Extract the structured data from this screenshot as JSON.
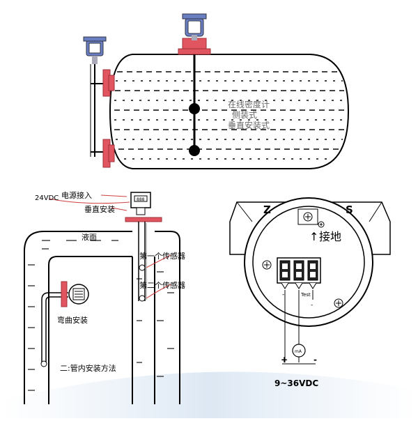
{
  "tank": {
    "label_line1": "在线密度计",
    "label_line2": "侧装式",
    "label_line3": "垂直安装式"
  },
  "pipe_install": {
    "power_voltage": "24VDC",
    "power_input": "电源接入",
    "vertical_install": "垂直安装",
    "liquid_surface": "液面",
    "sensor_1": "第一个传感器",
    "sensor_2": "第二个传感器",
    "bend_install": "弯曲安装",
    "method_caption": "二:管内安装方法"
  },
  "terminal": {
    "label_z": "Z",
    "label_s": "S",
    "ground_label": "接地",
    "test_label": "Test",
    "meter_label": "mA",
    "plus_sign": "+",
    "minus_sign": "-",
    "supply_range": "9~36VDC"
  },
  "colors": {
    "flange": "#e0555f",
    "transmitter": "#6a7fc2",
    "line": "#000000",
    "annotation": "#d04040"
  }
}
